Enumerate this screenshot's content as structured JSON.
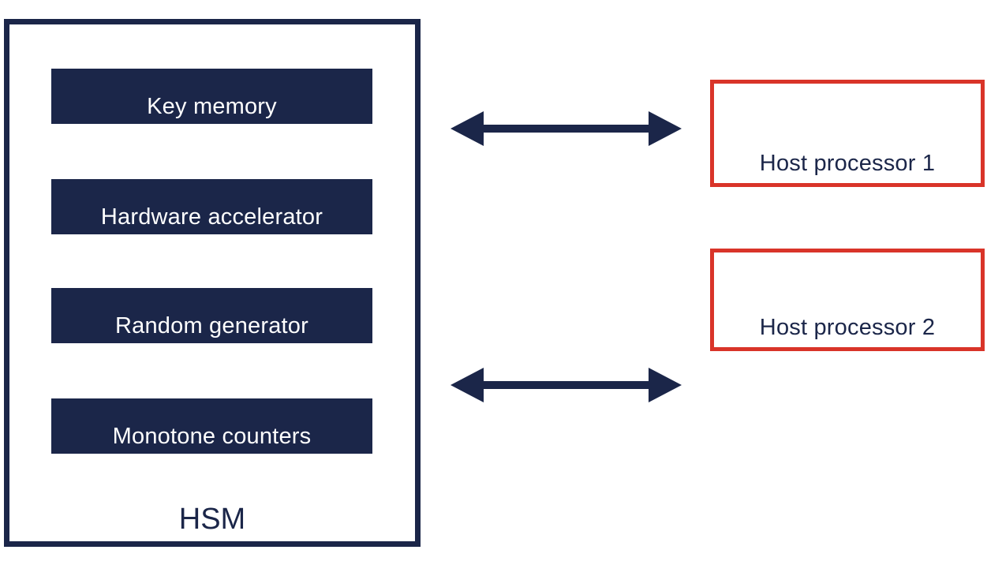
{
  "diagram": {
    "title_context": "HSM block diagram with host processors",
    "hsm": {
      "label": "HSM",
      "components": [
        {
          "label": "Key memory"
        },
        {
          "label": "Hardware accelerator"
        },
        {
          "label": "Random generator"
        },
        {
          "label": "Monotone counters"
        }
      ]
    },
    "hosts": [
      {
        "label": "Host processor 1"
      },
      {
        "label": "Host processor 2"
      }
    ],
    "connections": [
      {
        "from": "HSM",
        "to": "Host processor 1",
        "type": "bidirectional-arrow"
      },
      {
        "from": "HSM",
        "to": "Host processor 2",
        "type": "bidirectional-arrow"
      }
    ],
    "colors": {
      "navy": "#1b2649",
      "red": "#d93429",
      "component_text": "#ffffff",
      "background": "#ffffff"
    }
  }
}
